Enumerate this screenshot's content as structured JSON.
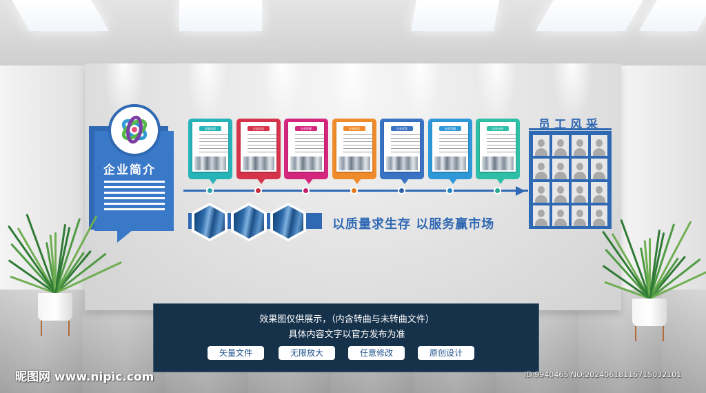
{
  "intro": {
    "title": "企业简介"
  },
  "cards": [
    {
      "tab": "发展历程",
      "color": "#26b4b8",
      "dot": "#2aa4aa"
    },
    {
      "tab": "企业文化",
      "color": "#d6344a",
      "dot": "#c92d3c"
    },
    {
      "tab": "企业愿景",
      "color": "#d5267e",
      "dot": "#c31d6b"
    },
    {
      "tab": "企业理念",
      "color": "#f08b2b",
      "dot": "#e3791b"
    },
    {
      "tab": "企业优势",
      "color": "#3a72c4",
      "dot": "#2a5ea8"
    },
    {
      "tab": "业务范围",
      "color": "#2f98d8",
      "dot": "#2486c4"
    },
    {
      "tab": "企业分布",
      "color": "#2fbfa7",
      "dot": "#25a893"
    }
  ],
  "slogan": "以质量求生存  以服务赢市场",
  "staff": {
    "title": "员工风采"
  },
  "info": {
    "line1": "效果图仅供展示，（内含转曲与未转曲文件）",
    "line2": "具体内容文字以官方发布为准",
    "tags": [
      "矢量文件",
      "无限放大",
      "任意修改",
      "原创设计"
    ]
  },
  "watermark": {
    "left": "昵图网 www.nipic.com",
    "right": "ID:9940465 NO:20240618115715032101"
  }
}
